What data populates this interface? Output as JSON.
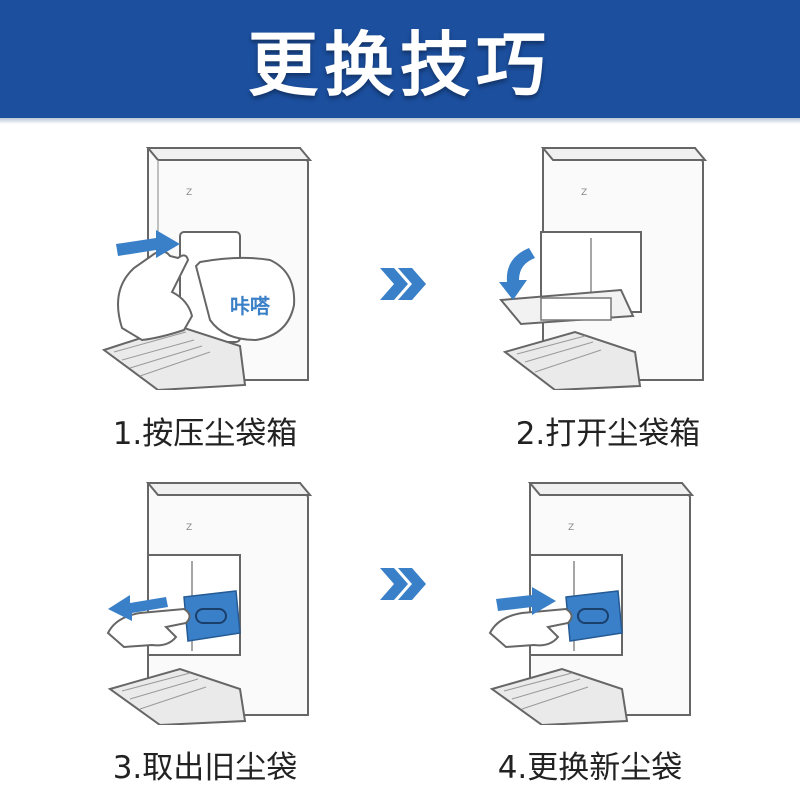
{
  "header": {
    "title": "更换技巧"
  },
  "steps": [
    {
      "label": "1.按压尘袋箱",
      "callout": "咔嗒"
    },
    {
      "label": "2.打开尘袋箱"
    },
    {
      "label": "3.取出旧尘袋"
    },
    {
      "label": "4.更换新尘袋"
    }
  ],
  "colors": {
    "banner": "#1c4f9e",
    "accent": "#3a80c8",
    "line": "#6a6a6a"
  },
  "icons": [
    "double-chevron-right-icon",
    "arrow-icon",
    "hand-icon",
    "curved-arrow-icon"
  ]
}
